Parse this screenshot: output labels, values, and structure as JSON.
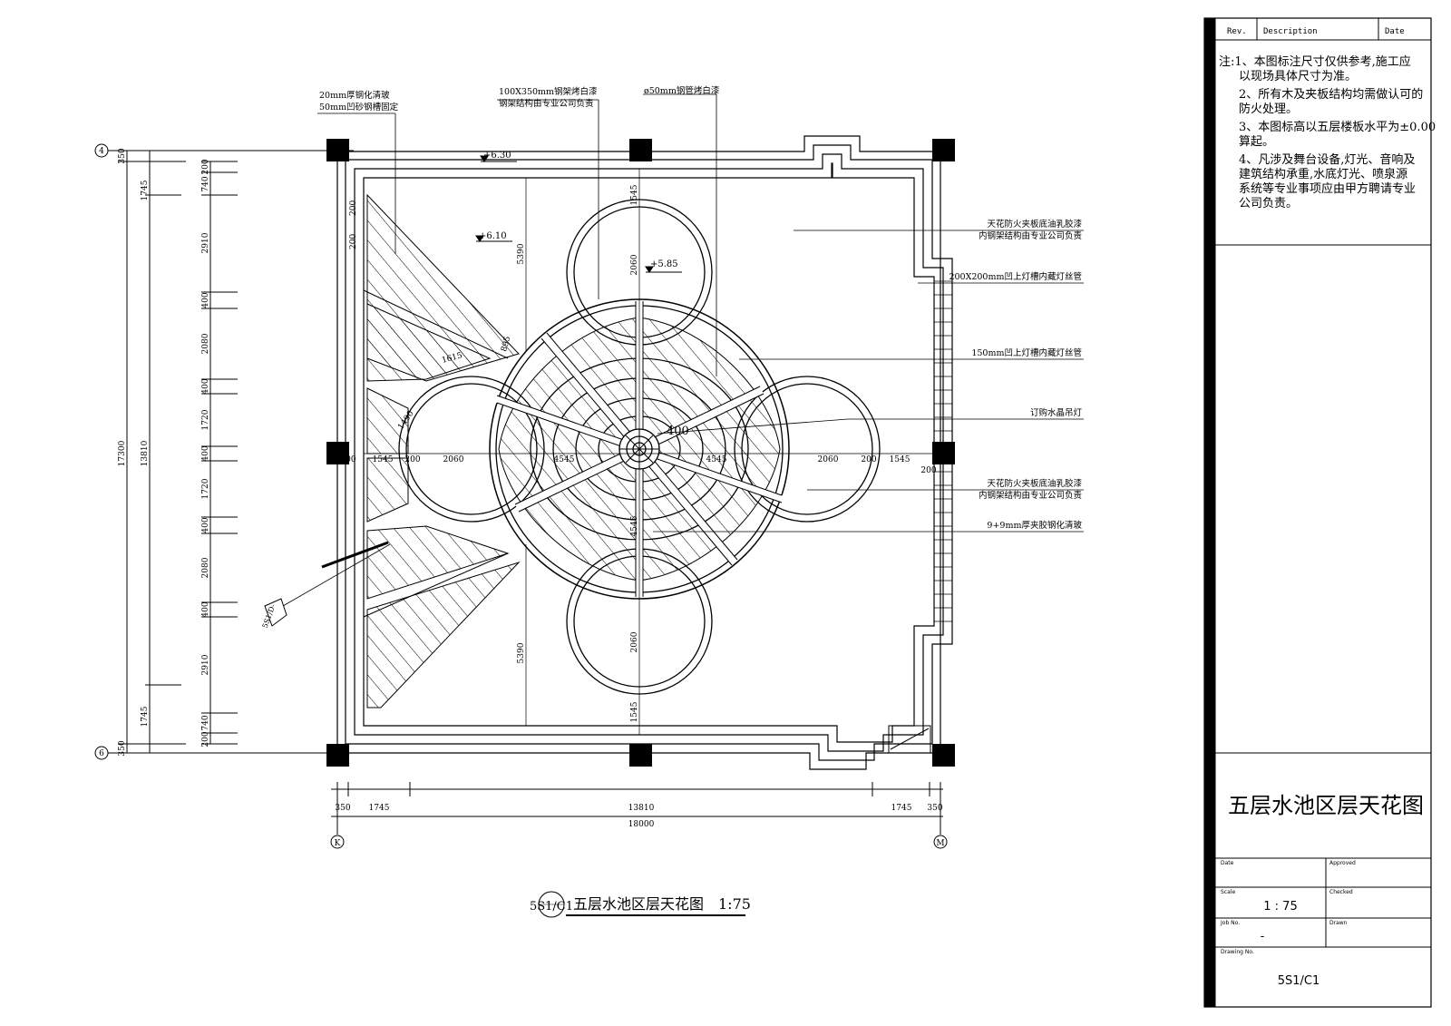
{
  "title_block": {
    "header": {
      "rev": "Rev.",
      "description": "Description",
      "date": "Date"
    },
    "notes": [
      "注:1、本图标注尺寸仅供参考,施工应",
      "以现场具体尺寸为准。",
      "2、所有木及夹板结构均需做认可的",
      "防火处理。",
      "3、本图标高以五层楼板水平为±0.00",
      "算起。",
      "4、凡涉及舞台设备,灯光、音响及",
      "建筑结构承重,水底灯光、喷泉源",
      "系统等专业事项应由甲方聘请专业",
      "公司负责。"
    ],
    "drawing_title": "五层水池区层天花图",
    "fields": {
      "date_label": "Date",
      "approved_label": "Approved",
      "scale_label": "Scale",
      "scale_value": "1 : 75",
      "checked_label": "Checked",
      "job_label": "Job No.",
      "job_value": "-",
      "drawn_label": "Drawn",
      "drawing_no_label": "Drawing No.",
      "drawing_no_value": "5S1/C1"
    }
  },
  "plan": {
    "caption_ref": "5S1/C1",
    "caption_title": "五层水池区层天花图",
    "caption_scale": "1:75",
    "grid_top": "4",
    "grid_bottom": "6",
    "grid_left": "K",
    "grid_right": "M",
    "section_ref": "5S1/D-",
    "labels_top": [
      "20mm厚钢化清玻",
      "50mm凹砂钢槽固定",
      "100X350mm钢架烤白漆",
      "钢架结构由专业公司负责",
      "ø50mm钢管烤白漆"
    ],
    "labels_right": [
      "天花防火夹板底油乳胶漆",
      "内钢架结构由专业公司负责",
      "200X200mm凹上灯槽内藏灯丝管",
      "150mm凹上灯槽内藏灯丝管",
      "订购水晶吊灯",
      "天花防火夹板底油乳胶漆",
      "内钢架结构由专业公司负责",
      "9+9mm厚夹胶钢化清玻"
    ],
    "levels": [
      "+6.30",
      "+6.10",
      "+5.85"
    ],
    "dim_vertical_left": [
      "350",
      "1745",
      "17300",
      "13810",
      "1745",
      "350"
    ],
    "dim_vertical_ticks": [
      "200",
      "740",
      "2910",
      "400",
      "2080",
      "400",
      "1720",
      "400",
      "1720",
      "400",
      "2080",
      "400",
      "2910",
      "740",
      "200"
    ],
    "dim_bottom": [
      "350",
      "1745",
      "13810",
      "1745",
      "350",
      "18000"
    ],
    "dim_center_h": [
      "200",
      "1545",
      "200",
      "2060",
      "4545",
      "4545",
      "2060",
      "200",
      "1545",
      "200"
    ],
    "dim_inner": [
      "5390",
      "5390",
      "1545",
      "2060",
      "2060",
      "1545",
      "4545",
      "400",
      "1615",
      "895",
      "200",
      "200",
      "1490"
    ]
  }
}
